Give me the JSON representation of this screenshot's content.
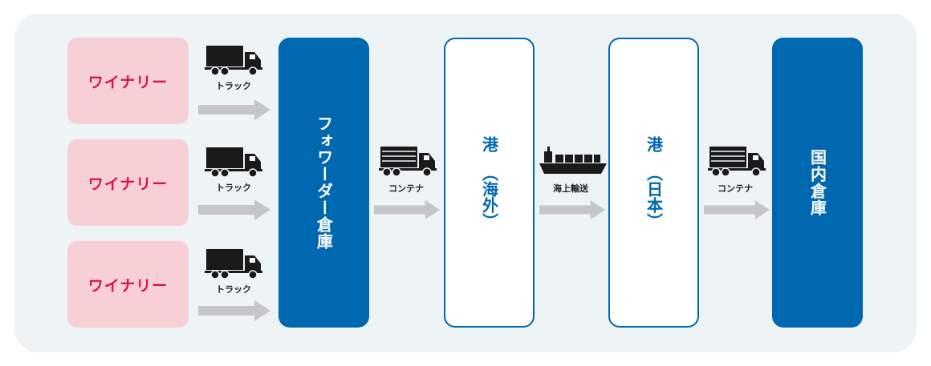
{
  "wineries": [
    {
      "label": "ワイナリー",
      "transport": "トラック"
    },
    {
      "label": "ワイナリー",
      "transport": "トラック"
    },
    {
      "label": "ワイナリー",
      "transport": "トラック"
    }
  ],
  "nodes": {
    "forwarder": {
      "label": "フォワーダー倉庫"
    },
    "port_overseas": {
      "label": "港",
      "sub": "（海外）"
    },
    "port_japan": {
      "label": "港",
      "sub": "（日本）"
    },
    "domestic": {
      "label": "国内倉庫"
    }
  },
  "links": {
    "forwarder_to_port": "コンテナ",
    "sea": "海上輸送",
    "port_to_domestic": "コンテナ"
  },
  "colors": {
    "panel": "#eef3f6",
    "winery_bg": "#f7d0d5",
    "winery_text": "#d6134f",
    "node_blue": "#0067b1",
    "arrow_gray": "#c4c6c8",
    "icon": "#1a1a1a"
  },
  "icons": {
    "truck": "truck-icon",
    "container_truck": "container-truck-icon",
    "ship": "cargo-ship-icon"
  }
}
